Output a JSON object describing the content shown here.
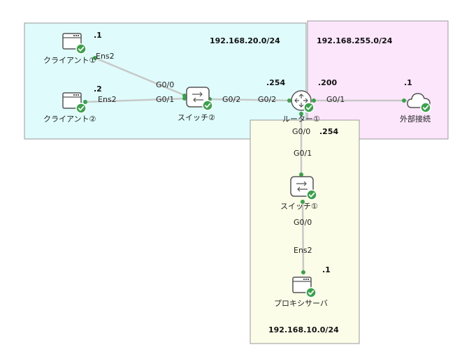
{
  "networks": {
    "net20": {
      "label": "192.168.20.0/24",
      "color": "#e0fbfb"
    },
    "net255": {
      "label": "192.168.255.0/24",
      "color": "#fce6fc"
    },
    "net10": {
      "label": "192.168.10.0/24",
      "color": "#fbfde8"
    }
  },
  "devices": {
    "client1": {
      "label": "クライアント①",
      "addr": ".1",
      "icon": "server-icon"
    },
    "client2": {
      "label": "クライアント②",
      "addr": ".2",
      "icon": "server-icon"
    },
    "switch2": {
      "label": "スイッチ②",
      "icon": "switch-icon"
    },
    "router1": {
      "label": "ルーター①",
      "icon": "router-icon"
    },
    "external": {
      "label": "外部接続",
      "addr": ".1",
      "icon": "cloud-icon"
    },
    "switch1": {
      "label": "スイッチ①",
      "icon": "switch-icon"
    },
    "proxy": {
      "label": "プロキシサーバ",
      "addr": ".1",
      "icon": "server-icon"
    }
  },
  "router_addrs": {
    "net20": ".254",
    "net255": ".200",
    "net10": ".254"
  },
  "ports": {
    "c1_ens2": "Ens2",
    "c2_ens2": "Ens2",
    "sw2_g00": "G0/0",
    "sw2_g01": "G0/1",
    "sw2_g02": "G0/2",
    "r_g02": "G0/2",
    "r_g01": "G0/1",
    "r_g00": "G0/0",
    "sw1_g01": "G0/1",
    "sw1_g00": "G0/0",
    "proxy_ens2": "Ens2"
  },
  "colors": {
    "ok": "#3aa24a",
    "link": "#c8c8c8"
  }
}
